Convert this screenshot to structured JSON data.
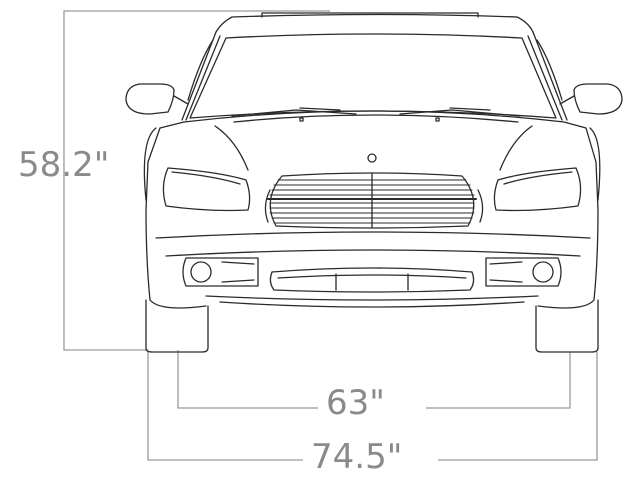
{
  "dimensions": {
    "height": "58.2\"",
    "track": "63\"",
    "width": "74.5\""
  },
  "colors": {
    "outline": "#2a2a2a",
    "dimension_line": "#9a9a9a",
    "dimension_text": "#8a8a8a",
    "background": "#ffffff"
  }
}
